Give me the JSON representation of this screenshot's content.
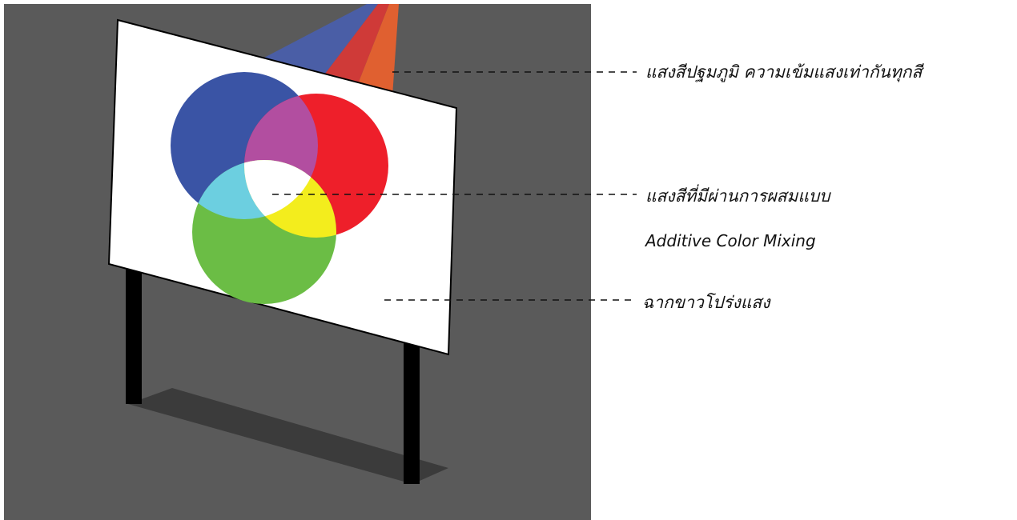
{
  "colors": {
    "background_panel": "#5a5a5a",
    "shadow": "#3b3b3b",
    "screen": "#ffffff",
    "post": "#000000",
    "blue_light": "#3a54a5",
    "red_light": "#ee1f2a",
    "green_light": "#6bbd45",
    "magenta_mix": "#b24ea0",
    "cyan_mix": "#6ccfe0",
    "yellow_mix": "#f3ed1d",
    "white_mix": "#ffffff",
    "beam_blue": "#4a5ea6",
    "beam_red": "#cf3a38",
    "beam_orange": "#e06030"
  },
  "labels": {
    "primary_light": "แสงสีปฐมภูมิ ความเข้มแสงเท่ากันทุกสี",
    "mixed_light_line1": "แสงสีที่มีผ่านการผสมแบบ",
    "mixed_light_line2": "Additive Color Mixing",
    "screen": "ฉากขาวโปร่งแสง"
  }
}
